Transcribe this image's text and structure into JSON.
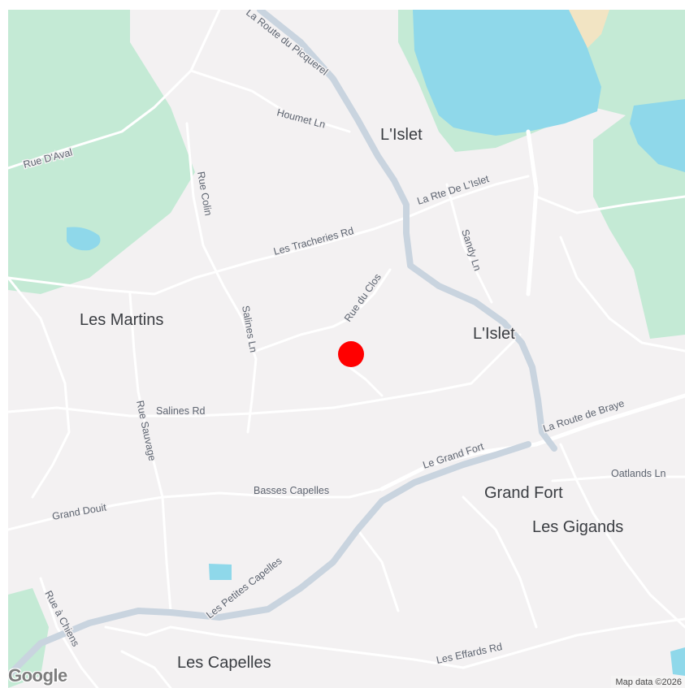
{
  "map": {
    "colors": {
      "land": "#f3f1f2",
      "water": "#8fd8ea",
      "park": "#c4ead5",
      "sand": "#f2e4c3",
      "major_road": "#c9d4df",
      "marker": "#ff0000"
    },
    "marker": {
      "icon": "location-marker-icon",
      "color": "#ff0000"
    },
    "place_labels": {
      "l_islet_north": "L'Islet",
      "les_martins": "Les Martins",
      "l_islet_east": "L'Islet",
      "grand_fort": "Grand Fort",
      "les_gigands": "Les Gigands",
      "les_capelles": "Les Capelles"
    },
    "road_labels": {
      "route_du_picquerel": "La Route du Picquerel",
      "houmet_ln": "Houmet Ln",
      "rue_d_aval": "Rue D'Aval",
      "rue_colin": "Rue Colin",
      "la_rte_de_l_islet": "La Rte De L'Islet",
      "les_tracheries_rd": "Les Tracheries Rd",
      "sandy_ln": "Sandy Ln",
      "rue_du_clos": "Rue du Clos",
      "salines_ln": "Salines Ln",
      "salines_rd": "Salines Rd",
      "rue_sauvage": "Rue Sauvage",
      "la_route_de_braye": "La Route de Braye",
      "le_grand_fort": "Le Grand Fort",
      "oatlands_ln": "Oatlands Ln",
      "basses_capelles": "Basses Capelles",
      "grand_douit": "Grand Douit",
      "les_petites_capelles": "Les Petites Capelles",
      "rue_a_chiens": "Rue à Chiens",
      "les_effards_rd": "Les Effards Rd"
    },
    "logo": "Google",
    "attribution": "Map data ©2026"
  }
}
